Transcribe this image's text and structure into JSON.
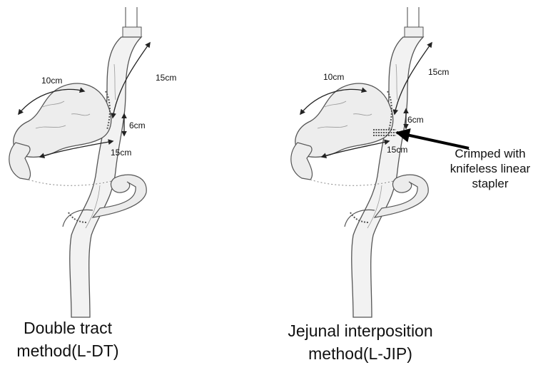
{
  "left_panel": {
    "labels": {
      "a": "10cm",
      "b": "15cm",
      "c": "6cm",
      "d": "15cm"
    },
    "caption_line1": "Double tract",
    "caption_line2": "method(L-DT)"
  },
  "right_panel": {
    "labels": {
      "a": "10cm",
      "b": "15cm",
      "c": "6cm",
      "d": "15cm"
    },
    "caption_line1": "Jejunal interposition",
    "caption_line2": "method(L-JIP)",
    "note_line1": "Crimped with",
    "note_line2": "knifeless linear",
    "note_line3": "stapler"
  }
}
